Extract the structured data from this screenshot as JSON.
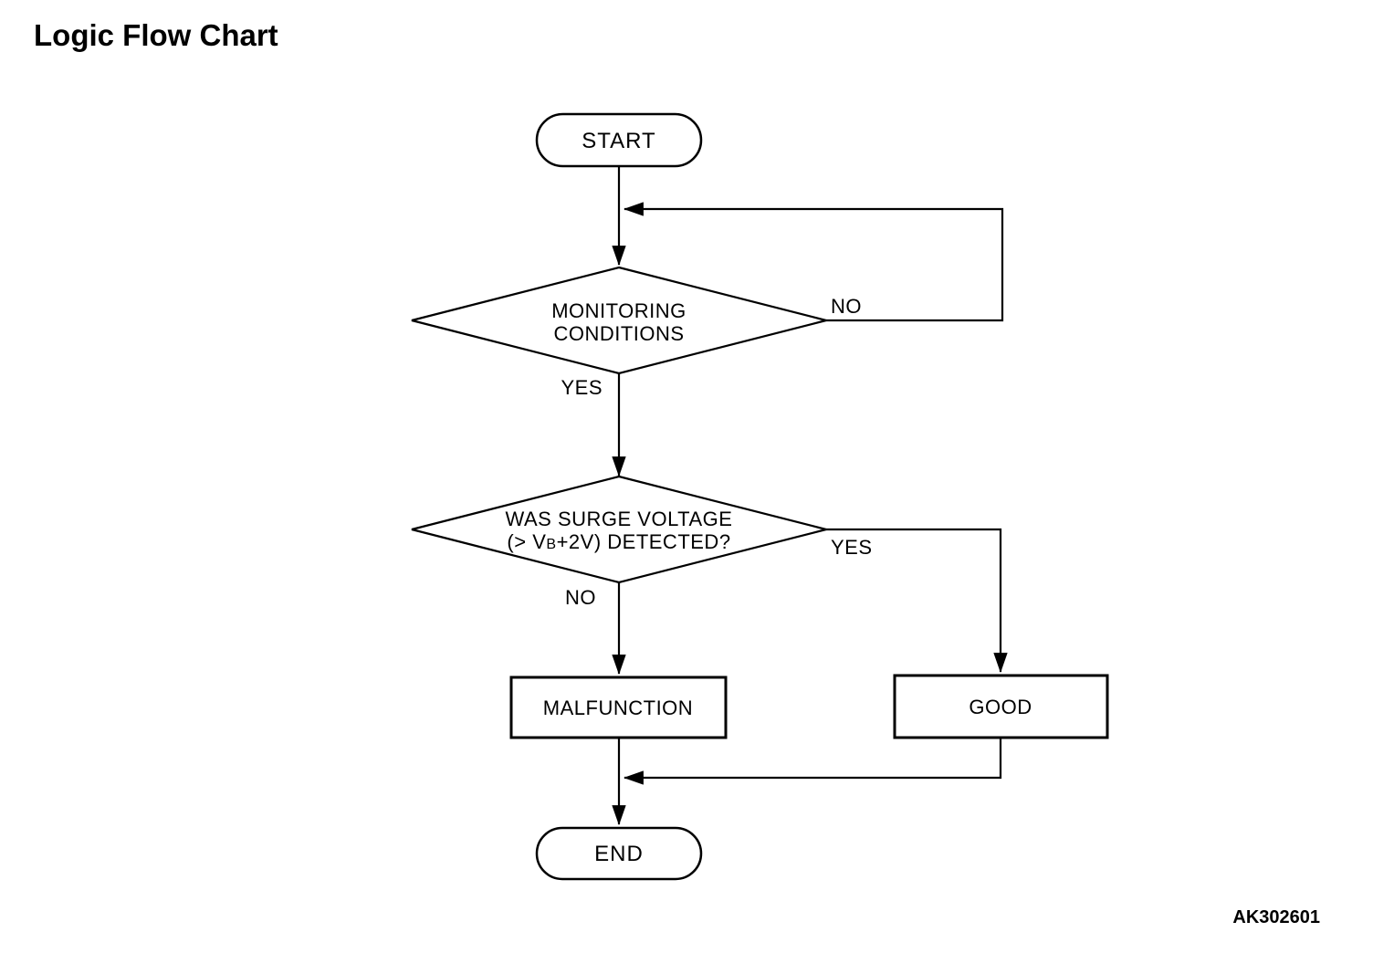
{
  "page": {
    "title": "Logic Flow Chart",
    "figure_code": "AK302601"
  },
  "flowchart": {
    "nodes": {
      "start": {
        "type": "terminator",
        "label": "START"
      },
      "monitoring": {
        "type": "decision",
        "line1": "MONITORING",
        "line2": "CONDITIONS"
      },
      "surge": {
        "type": "decision",
        "line1": "WAS SURGE VOLTAGE",
        "line2_pre": "(> V",
        "line2_sub": "B",
        "line2_post": "+2V) DETECTED?"
      },
      "malfunction": {
        "type": "process",
        "label": "MALFUNCTION"
      },
      "good": {
        "type": "process",
        "label": "GOOD"
      },
      "end": {
        "type": "terminator",
        "label": "END"
      }
    },
    "edge_labels": {
      "monitoring_no": "NO",
      "monitoring_yes": "YES",
      "surge_yes": "YES",
      "surge_no": "NO"
    },
    "colors": {
      "line": "#000000",
      "background": "#ffffff"
    }
  }
}
